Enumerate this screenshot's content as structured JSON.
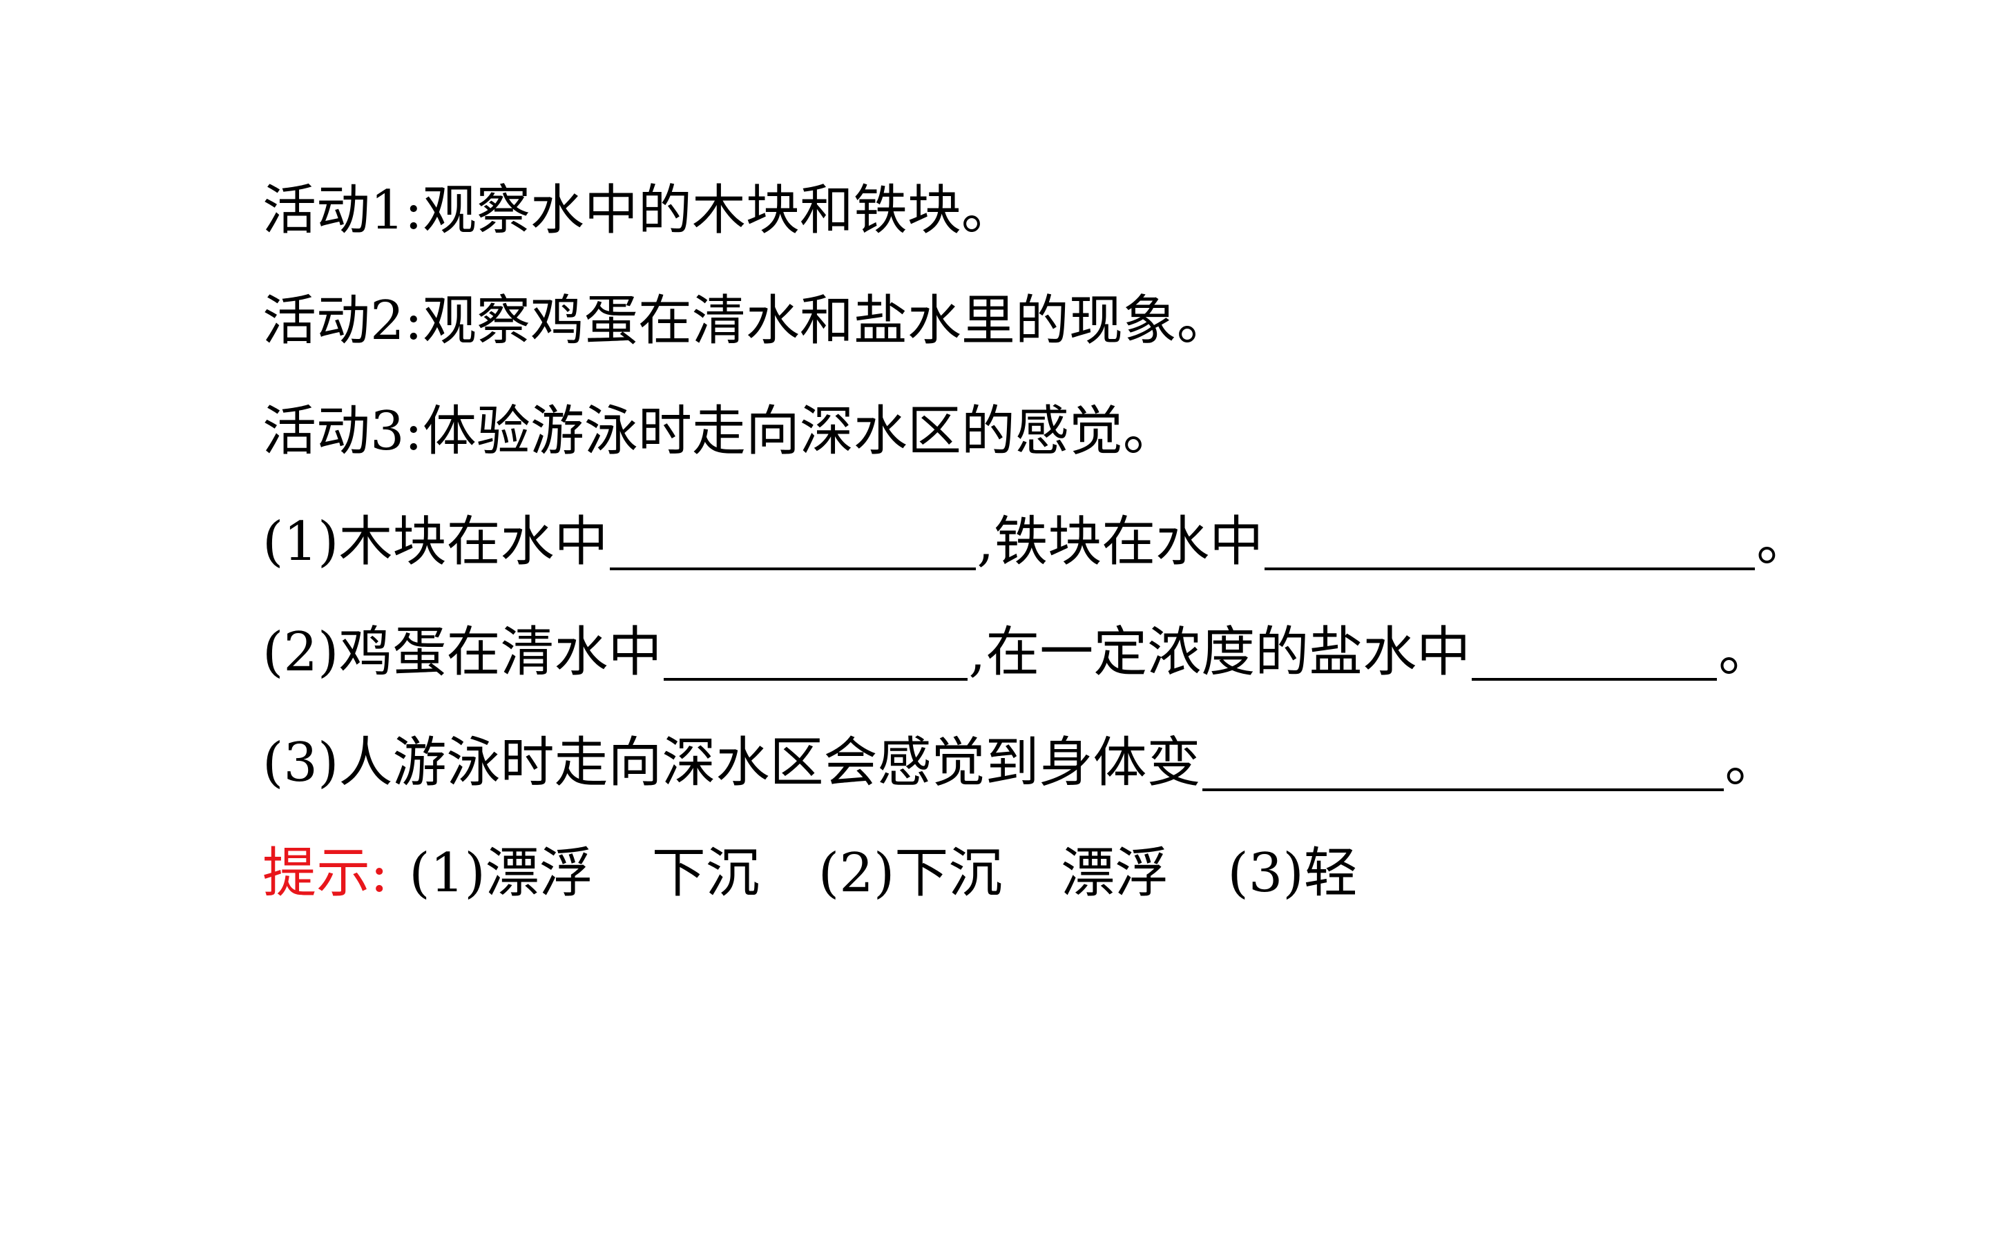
{
  "activities": [
    "活动1:观察水中的木块和铁块。",
    "活动2:观察鸡蛋在清水和盐水里的现象。",
    "活动3:体验游泳时走向深水区的感觉。"
  ],
  "questions": {
    "q1": {
      "part1": "(1)木块在水中",
      "part2": ",铁块在水中",
      "end": "。"
    },
    "q2": {
      "part1": "(2)鸡蛋在清水中",
      "part2": ",在一定浓度的盐水中",
      "end": "。"
    },
    "q3": {
      "part1": "(3)人游泳时走向深水区会感觉到身体变",
      "end": "。"
    }
  },
  "hint": {
    "label": "提示:",
    "items": [
      "(1)漂浮",
      "下沉",
      "(2)下沉",
      "漂浮",
      "(3)轻"
    ]
  },
  "colors": {
    "hint_label": "#e8161b",
    "text": "#000000"
  }
}
